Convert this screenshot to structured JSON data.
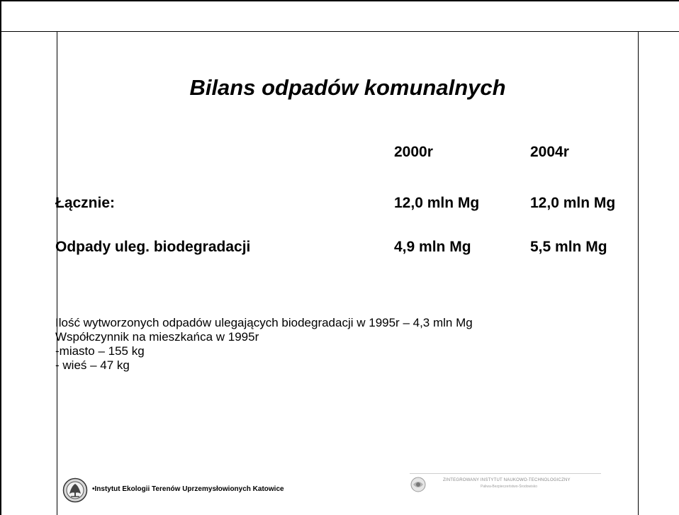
{
  "slide": {
    "title": "Bilans odpadów komunalnych",
    "columns": [
      "2000r",
      "2004r"
    ],
    "rows": [
      {
        "label": "Łącznie:",
        "values": [
          "12,0 mln Mg",
          "12,0 mln Mg"
        ]
      },
      {
        "label": "Odpady uleg. biodegradacji",
        "values": [
          "4,9 mln Mg",
          "5,5 mln Mg"
        ]
      }
    ],
    "notes": [
      "Ilość wytworzonych odpadów ulegających biodegradacji w 1995r – 4,3 mln Mg",
      "Współczynnik na mieszkańca w 1995r",
      "-miasto – 155 kg",
      "- wieś – 47 kg"
    ]
  },
  "footer": {
    "left_text": "•Instytut Ekologii Terenów Uprzemysłowionych Katowice",
    "right_line1": "ZINTEGROWANY INSTYTUT NAUKOWO-TECHNOLOGICZNY",
    "right_line2": "Paliwa-Bezpieczeństwo-Środowisko"
  },
  "icons": {
    "left_logo": "institute-emblem-icon",
    "right_logo": "partner-institute-icon"
  }
}
